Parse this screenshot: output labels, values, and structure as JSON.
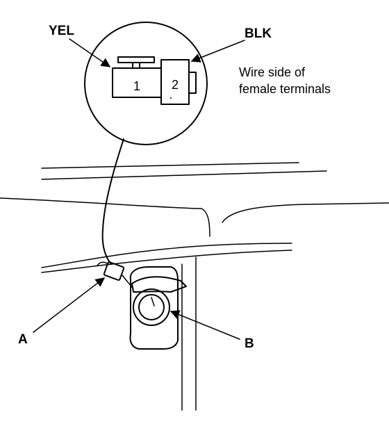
{
  "callouts": {
    "yel": "YEL",
    "blk": "BLK",
    "a": "A",
    "b": "B"
  },
  "connector": {
    "terminal_1": "1",
    "terminal_2": "2"
  },
  "note": {
    "line1": "Wire side of",
    "line2": "female terminals"
  }
}
